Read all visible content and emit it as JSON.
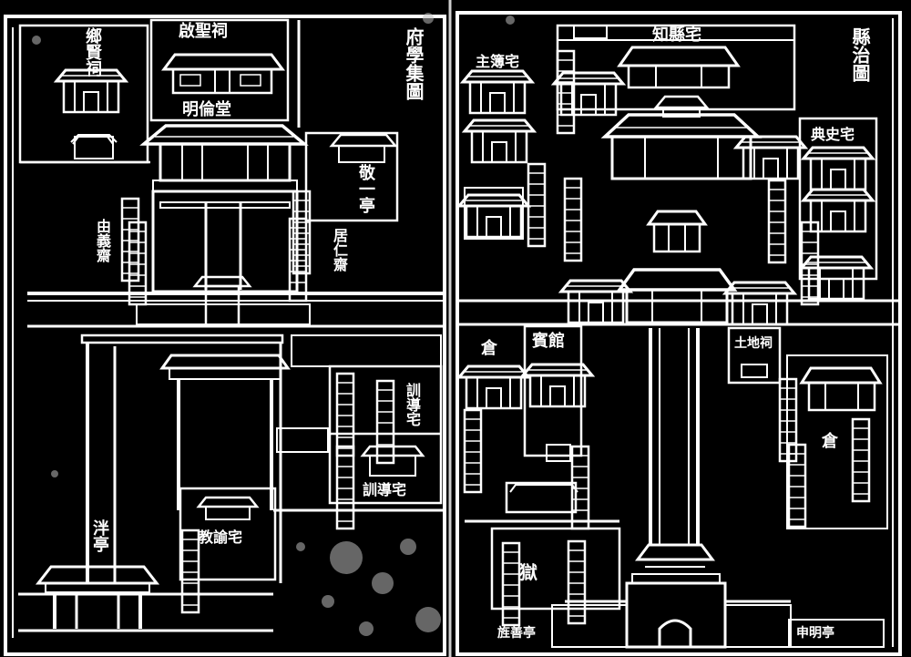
{
  "titles": {
    "left_title": "府學集圖",
    "right_title": "縣治圖"
  },
  "labels": {
    "left_temple": "鄉賢祠",
    "left_top_gate": "啟聖祠",
    "minglun": "明倫堂",
    "jing_pavilion": "敬一亭",
    "left_studio": "由義齋",
    "right_studio": "居仁齋",
    "xun_office_1": "訓導宅",
    "xun_office_2": "訓導宅",
    "jiaoyu_office": "教諭宅",
    "pavilion_bottom": "泮亭",
    "county_top": "知縣宅",
    "dianshi": "典史宅",
    "zhubu": "主簿宅",
    "granary_left": "倉",
    "binguan": "賓館",
    "tudi": "土地祠",
    "granary_right": "倉",
    "prison": "獄",
    "jingming": "旌善亭",
    "shenming": "申明亭"
  }
}
